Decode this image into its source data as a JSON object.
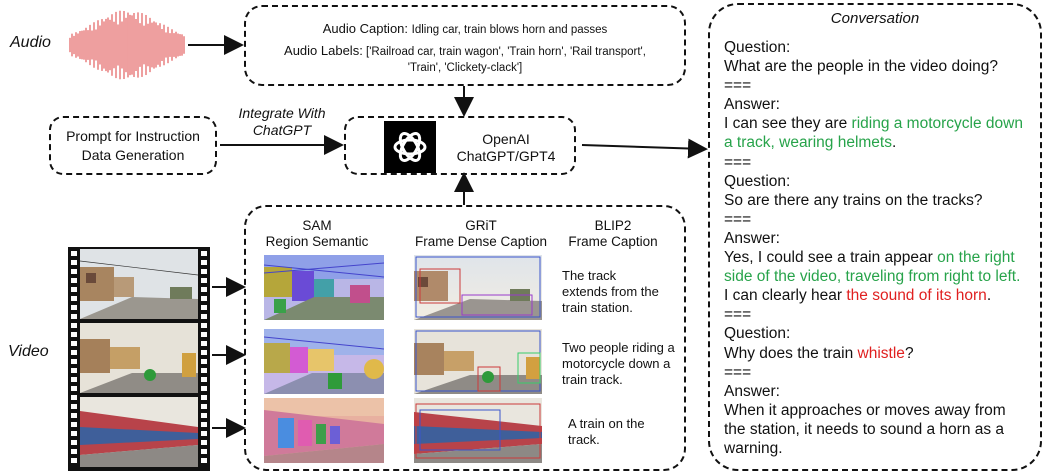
{
  "labels": {
    "audio": "Audio",
    "video": "Video"
  },
  "audio_box": {
    "caption_key": "Audio Caption:",
    "caption_val": "Idling car, train blows horn and passes",
    "labels_key": "Audio Labels:",
    "labels_line1": "['Railroad car, train wagon', 'Train horn', 'Rail transport',",
    "labels_line2": "'Train', 'Clickety-clack']"
  },
  "prompt_box": {
    "line1": "Prompt for Instruction",
    "line2": "Data Generation"
  },
  "integrate": {
    "line1": "Integrate With",
    "line2": "ChatGPT"
  },
  "openai_box": {
    "line1": "OpenAI",
    "line2": "ChatGPT/GPT4"
  },
  "models": {
    "sam": {
      "line1": "SAM",
      "line2": "Region Semantic"
    },
    "grit": {
      "line1": "GRiT",
      "line2": "Frame Dense Caption"
    },
    "blip": {
      "line1": "BLIP2",
      "line2": "Frame Caption"
    }
  },
  "captions": {
    "c1": [
      "The track",
      "extends from the",
      "train  station."
    ],
    "c2": [
      "Two people riding a",
      "motorcycle down a",
      "train track."
    ],
    "c3": [
      "A train on the",
      "track."
    ]
  },
  "conversation": {
    "title": "Conversation",
    "q_label": "Question:",
    "a_label": "Answer:",
    "sep": "===",
    "q1": "What are the people in the video doing?",
    "a1_pre": "I can see they are ",
    "a1_hl1": "riding a motorcycle down",
    "a1_hl2": "a track, wearing helmets",
    "a1_post": ".",
    "q2": "So are there any trains on the tracks?",
    "a2_pre": "Yes, I could see a train appear ",
    "a2_hl1": "on the right",
    "a2_hl2": "side of the video, traveling from right to left.",
    "a2_mid": "I can clearly hear ",
    "a2_hl3": "the sound of its horn",
    "a2_post": ".",
    "q3_pre": "Why does the train ",
    "q3_hl": "whistle",
    "q3_post": "?",
    "a3_l1": "When it approaches or moves away from",
    "a3_l2": "the station, it needs to sound a horn as a",
    "a3_l3": "warning."
  },
  "colors": {
    "highlight_green": "#27a34a",
    "highlight_red": "#e02020",
    "waveform": "#e05050"
  }
}
